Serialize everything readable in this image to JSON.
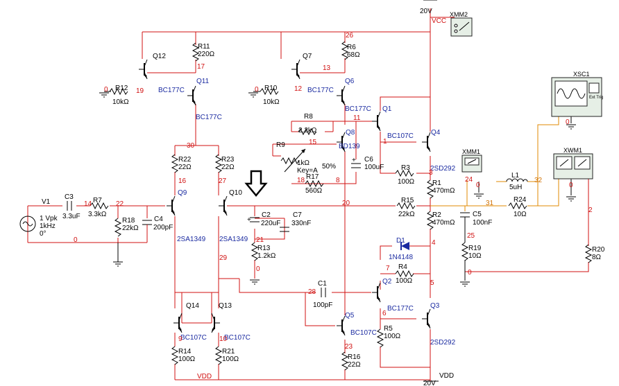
{
  "rails": {
    "vcc_value": "20V",
    "vcc_label": "VCC",
    "vdd_value": "20V",
    "vdd_label": "VDD",
    "vdd_label2": "VDD"
  },
  "instruments": {
    "xmm2": "XMM2",
    "xmm1": "XMM1",
    "xwm1": "XWM1",
    "xsc1": "XSC1",
    "ext_trig": "Ext Trig"
  },
  "source": {
    "ref": "V1",
    "amp": "1 Vpk",
    "freq": "1kHz",
    "phase": "0°"
  },
  "transistors": {
    "q1": "Q1",
    "q1_type": "BC107C",
    "q2": "Q2",
    "q2_type": "BC177C",
    "q3": "Q3",
    "q3_type": "2SD292",
    "q4": "Q4",
    "q4_type": "2SD292",
    "q5": "Q5",
    "q5_type": "BC107C",
    "q6": "Q6",
    "q6_type": "BC177C",
    "q7": "Q7",
    "q8": "Q8",
    "q8_type": "BD139",
    "q9": "Q9",
    "q9_type": "2SA1349",
    "q10": "Q10",
    "q10_type": "2SA1349",
    "q11": "Q11",
    "q11_type": "BC177C",
    "q12": "Q12",
    "q12_type": "BC177C",
    "q13": "Q13",
    "q13_type": "BC107C",
    "q14": "Q14",
    "q14_type": "BC107C",
    "q7_type": "BC177C"
  },
  "resistors": {
    "r1": "R1",
    "r1_v": "470mΩ",
    "r2": "R2",
    "r2_v": "470mΩ",
    "r3": "R3",
    "r3_v": "100Ω",
    "r4": "R4",
    "r4_v": "100Ω",
    "r5": "R5",
    "r5_v": "100Ω",
    "r6": "R6",
    "r6_v": "68Ω",
    "r7": "R7",
    "r7_v": "3.3kΩ",
    "r8": "R8",
    "r8_v": "2.2kΩ",
    "r9": "R9",
    "r9_v": "1kΩ",
    "r9_key": "Key=A",
    "r9_pct": "50%",
    "r10": "R10",
    "r10_v": "10kΩ",
    "r11": "R11",
    "r11_v": "220Ω",
    "r12": "R12",
    "r12_v": "10kΩ",
    "r13": "R13",
    "r13_v": "1.2kΩ",
    "r14": "R14",
    "r14_v": "100Ω",
    "r15": "R15",
    "r15_v": "22kΩ",
    "r16": "R16",
    "r16_v": "22Ω",
    "r17": "R17",
    "r17_v": "560Ω",
    "r18": "R18",
    "r18_v": "22kΩ",
    "r19": "R19",
    "r19_v": "10Ω",
    "r20": "R20",
    "r20_v": "8Ω",
    "r21": "R21",
    "r21_v": "100Ω",
    "r22": "R22",
    "r22_v": "22Ω",
    "r23": "R23",
    "r23_v": "22Ω",
    "r24": "R24",
    "r24_v": "10Ω"
  },
  "capacitors": {
    "c1": "C1",
    "c1_v": "100pF",
    "c2": "C2",
    "c2_v": "220uF",
    "c3": "C3",
    "c3_v": "3.3uF",
    "c4": "C4",
    "c4_v": "200pF",
    "c5": "C5",
    "c5_v": "100nF",
    "c6": "C6",
    "c6_v": "100uF",
    "c7": "C7",
    "c7_v": "330nF"
  },
  "others": {
    "d1": "D1",
    "d1_type": "1N4148",
    "l1": "L1",
    "l1_v": "5uH"
  },
  "nets": {
    "n0a": "0",
    "n0b": "0",
    "n0c": "0",
    "n0d": "0",
    "n0e": "0",
    "n0f": "0",
    "n0g": "0",
    "n0h": "0",
    "n1": "1",
    "n2": "2",
    "n3": "3",
    "n4": "4",
    "n5": "5",
    "n6": "6",
    "n7": "7",
    "n8": "8",
    "n9": "9",
    "n10": "10",
    "n11": "11",
    "n12": "12",
    "n13": "13",
    "n14": "14",
    "n15": "15",
    "n16": "16",
    "n17": "17",
    "n18": "18",
    "n19": "19",
    "n20": "20",
    "n21": "21",
    "n22": "22",
    "n23": "23",
    "n24": "24",
    "n25": "25",
    "n26": "26",
    "n27": "27",
    "n28": "28",
    "n29": "29",
    "n30": "30",
    "n31": "31",
    "n32": "32"
  }
}
